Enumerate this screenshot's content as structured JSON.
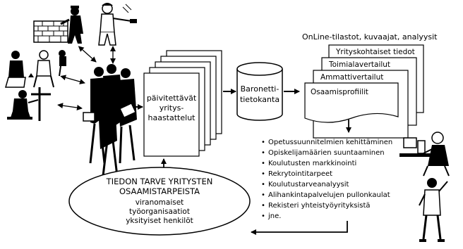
{
  "stack_label": [
    "päivitettävät",
    "yritys-",
    "haastattelut"
  ],
  "database_label": [
    "Baronetti-",
    "tietokanta"
  ],
  "online_title": "OnLine-tilastot, kuvaajat, analyysit",
  "report_cards": [
    "Yrityskohtaiset tiedot",
    "Toimialavertailut",
    "Ammattivertailut",
    "Osaamisprofiilit"
  ],
  "bullets": [
    "Opetussuunnitelmien kehittäminen",
    "Opiskelijamäärien suuntaaminen",
    "Koulutusten markkinointi",
    "Rekrytointitarpeet",
    "Koulutustarveanalyysit",
    "Alihankintapalvelujen pullonkaulat",
    "Rekisteri yhteistyöyrityksistä",
    "jne."
  ],
  "ellipse": {
    "title_lines": [
      "TIEDON TARVE YRITYSTEN",
      "OSAAMISTARPEISTA"
    ],
    "lines": [
      "viranomaiset",
      "työorganisaatiot",
      "yksityiset henkilöt"
    ]
  },
  "bullet_char": "•"
}
